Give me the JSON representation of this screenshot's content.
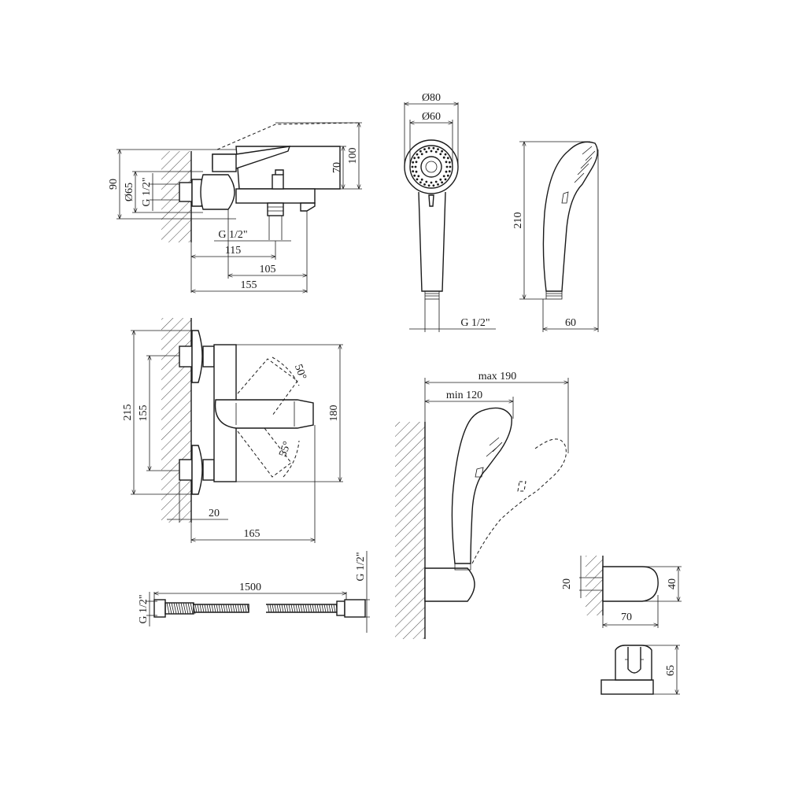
{
  "top_view": {
    "h_90": "90",
    "d_65": "Ø65",
    "g_inlet": "G 1/2\"",
    "g_outlet": "G 1/2\"",
    "h_70": "70",
    "h_100": "100",
    "w_115": "115",
    "w_105": "105",
    "w_155": "155"
  },
  "handset_front": {
    "d_80": "Ø80",
    "d_60": "Ø60",
    "g_conn": "G 1/2\""
  },
  "handset_side": {
    "h_210": "210",
    "w_60": "60"
  },
  "front_view": {
    "h_215": "215",
    "h_155": "155",
    "angle_50": "50°",
    "angle_55": "55°",
    "h_180": "180",
    "w_20": "20",
    "w_165": "165"
  },
  "hose": {
    "length": "1500",
    "g_left": "G 1/2\"",
    "g_right": "G 1/2\""
  },
  "holder_mount": {
    "max": "max 190",
    "min": "min 120"
  },
  "holder_side": {
    "h_20": "20",
    "h_40": "40",
    "w_70": "70"
  },
  "holder_front": {
    "h_65": "65"
  }
}
